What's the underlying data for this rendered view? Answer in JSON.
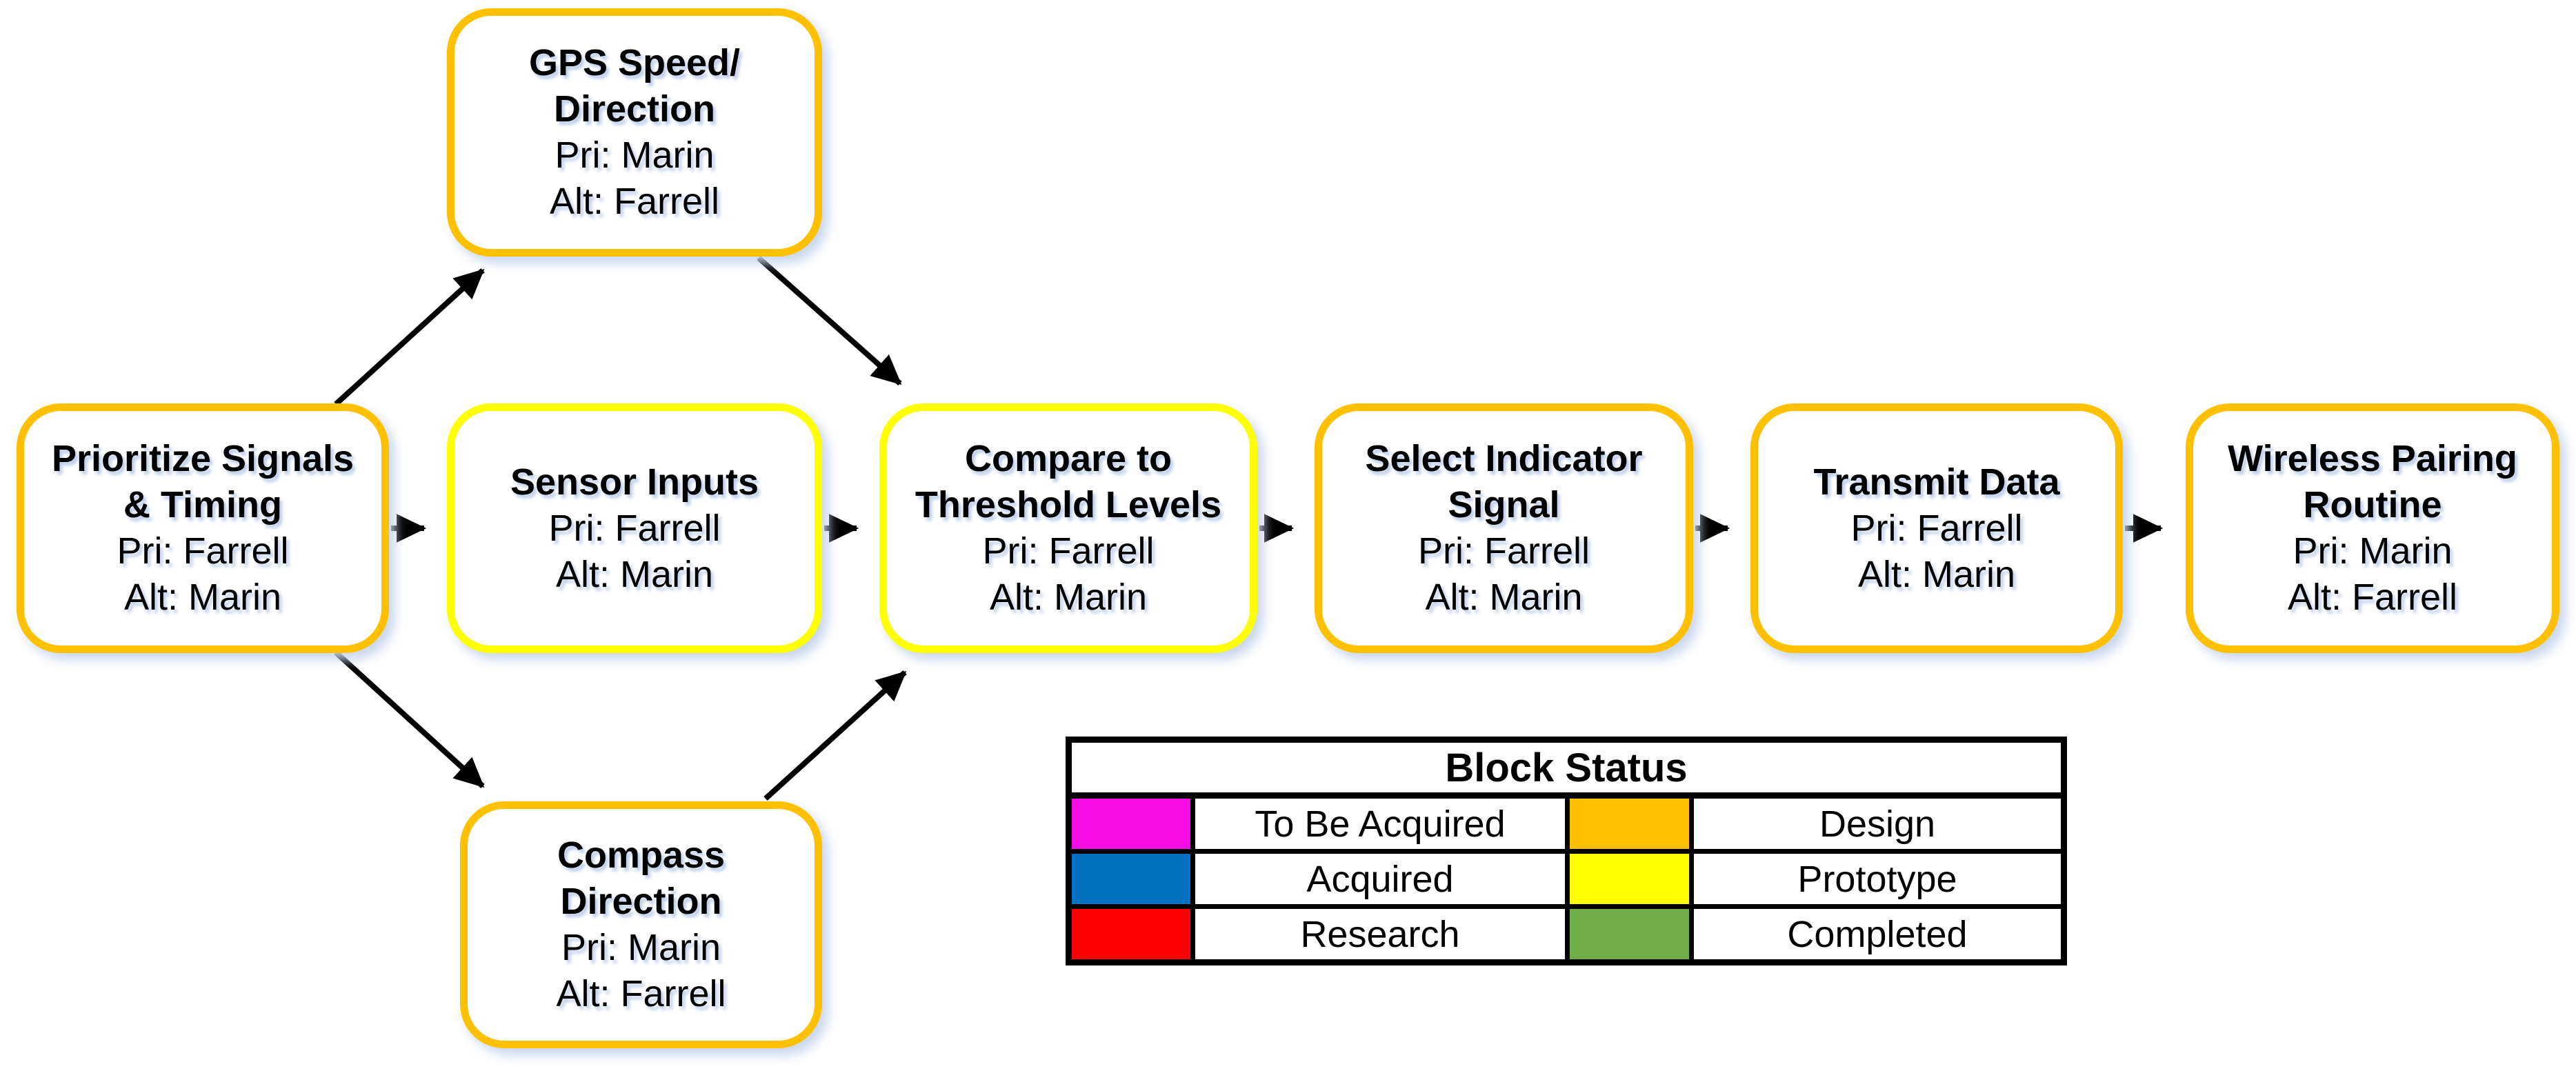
{
  "diagram": {
    "nodes": [
      {
        "title": "Prioritize Signals\n& Timing",
        "pri": "Pri: Farrell",
        "alt": "Alt: Marin",
        "status": "design"
      },
      {
        "title": "GPS Speed/\nDirection",
        "pri": "Pri: Marin",
        "alt": "Alt: Farrell",
        "status": "design"
      },
      {
        "title": "Sensor Inputs",
        "pri": "Pri: Farrell",
        "alt": "Alt: Marin",
        "status": "prototype"
      },
      {
        "title": "Compass\nDirection",
        "pri": "Pri: Marin",
        "alt": "Alt: Farrell",
        "status": "design"
      },
      {
        "title": "Compare to\nThreshold Levels",
        "pri": "Pri: Farrell",
        "alt": "Alt: Marin",
        "status": "prototype"
      },
      {
        "title": "Select Indicator\nSignal",
        "pri": "Pri: Farrell",
        "alt": "Alt: Marin",
        "status": "design"
      },
      {
        "title": "Transmit Data",
        "pri": "Pri: Farrell",
        "alt": "Alt: Marin",
        "status": "design"
      },
      {
        "title": "Wireless Pairing\nRoutine",
        "pri": "Pri: Marin",
        "alt": "Alt: Farrell",
        "status": "design"
      }
    ],
    "status_colors": {
      "to_be_acquired": "#F70EE7",
      "acquired": "#0070C0",
      "research": "#FF0000",
      "design": "#FFC000",
      "prototype": "#FFFF00",
      "completed": "#70AD47"
    },
    "legend": {
      "title": "Block Status",
      "entries": [
        {
          "label": "To Be Acquired",
          "status": "to_be_acquired"
        },
        {
          "label": "Design",
          "status": "design"
        },
        {
          "label": "Acquired",
          "status": "acquired"
        },
        {
          "label": "Prototype",
          "status": "prototype"
        },
        {
          "label": "Research",
          "status": "research"
        },
        {
          "label": "Completed",
          "status": "completed"
        }
      ]
    }
  }
}
